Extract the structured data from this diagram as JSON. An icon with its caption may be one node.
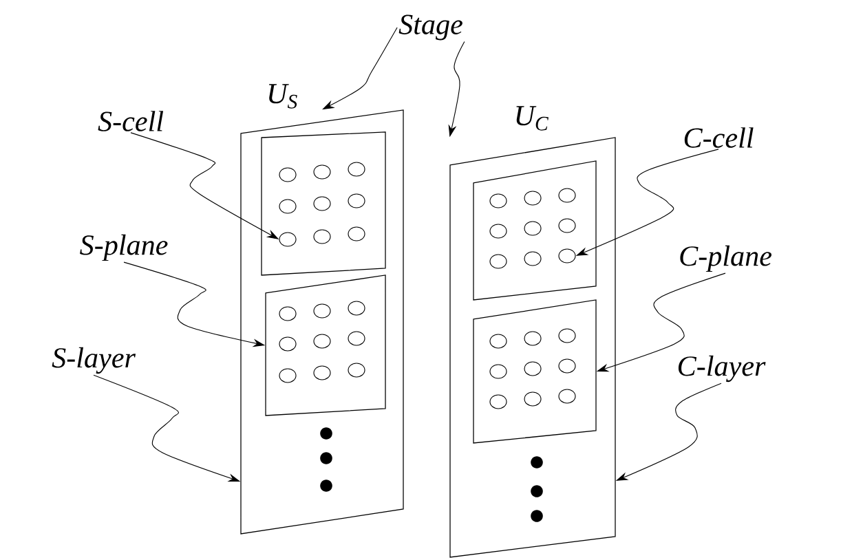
{
  "diagram": {
    "nodes": [
      {
        "text": [
          "Stage"
        ]
      },
      {
        "text": [
          "S-cell"
        ]
      },
      {
        "text": [
          "S-plane"
        ]
      },
      {
        "text": [
          "S-layer"
        ]
      },
      {
        "text": [
          "U$_{S}$"
        ]
      },
      {
        "text": [],
        "shape": "box",
        "in": 4
      },
      {
        "text": [],
        "shape": "circle",
        "in": 5
      },
      {
        "text": [],
        "shape": "circle",
        "in": 5
      },
      {
        "text": [],
        "shape": "circle",
        "in": 5
      },
      {
        "text": [],
        "shape": "circle",
        "in": 5
      },
      {
        "text": [],
        "shape": "circle",
        "in": 5
      },
      {
        "text": [],
        "shape": "circle",
        "in": 5
      },
      {
        "text": [],
        "shape": "circle",
        "in": 5
      },
      {
        "text": [],
        "shape": "circle",
        "in": 5
      },
      {
        "text": [],
        "shape": "circle",
        "in": 5
      },
      {
        "text": [],
        "shape": "box",
        "in": 4
      },
      {
        "text": [],
        "shape": "circle",
        "in": 15
      },
      {
        "text": [],
        "shape": "circle",
        "in": 15
      },
      {
        "text": [],
        "shape": "circle",
        "in": 15
      },
      {
        "text": [],
        "shape": "circle",
        "in": 15
      },
      {
        "text": [],
        "shape": "circle",
        "in": 15
      },
      {
        "text": [],
        "shape": "circle",
        "in": 15
      },
      {
        "text": [],
        "shape": "circle",
        "in": 15
      },
      {
        "text": [],
        "shape": "circle",
        "in": 15
      },
      {
        "text": [],
        "shape": "circle",
        "in": 15
      },
      {
        "text": [
          "U$_{C}$"
        ]
      },
      {
        "text": [],
        "shape": "box",
        "in": 25
      },
      {
        "text": [],
        "shape": "circle",
        "in": 26
      },
      {
        "text": [],
        "shape": "circle",
        "in": 26
      },
      {
        "text": [],
        "shape": "circle",
        "in": 26
      },
      {
        "text": [],
        "shape": "circle",
        "in": 26
      },
      {
        "text": [],
        "shape": "circle",
        "in": 26
      },
      {
        "text": [],
        "shape": "circle",
        "in": 26
      },
      {
        "text": [],
        "shape": "circle",
        "in": 26
      },
      {
        "text": [],
        "shape": "circle",
        "in": 26
      },
      {
        "text": [],
        "shape": "circle",
        "in": 26
      },
      {
        "text": [],
        "shape": "box",
        "in": 25
      },
      {
        "text": [],
        "shape": "circle",
        "in": 36
      },
      {
        "text": [],
        "shape": "circle",
        "in": 36
      },
      {
        "text": [],
        "shape": "circle",
        "in": 36
      },
      {
        "text": [],
        "shape": "circle",
        "in": 36
      },
      {
        "text": [],
        "shape": "circle",
        "in": 36
      },
      {
        "text": [],
        "shape": "circle",
        "in": 36
      },
      {
        "text": [],
        "shape": "circle",
        "in": 36
      },
      {
        "text": [],
        "shape": "circle",
        "in": 36
      },
      {
        "text": [],
        "shape": "circle",
        "in": 36
      },
      {
        "text": [
          "C-cell"
        ]
      },
      {
        "text": [
          "C-plane"
        ]
      },
      {
        "text": [
          "C-layer"
        ]
      }
    ],
    "edges": [
      {
        "from": 0,
        "to": 4,
        "arrow": "to"
      },
      {
        "from": 0,
        "to": 25,
        "arrow": "to"
      },
      {
        "from": 1,
        "to": 12,
        "arrow": "to"
      },
      {
        "from": 2,
        "to": 15,
        "arrow": "to"
      },
      {
        "from": 3,
        "to": 4,
        "arrow": "to"
      },
      {
        "from": 46,
        "to": 35,
        "arrow": "to"
      },
      {
        "from": 47,
        "to": 36,
        "arrow": "to"
      },
      {
        "from": 48,
        "to": 25,
        "arrow": "to"
      }
    ]
  }
}
